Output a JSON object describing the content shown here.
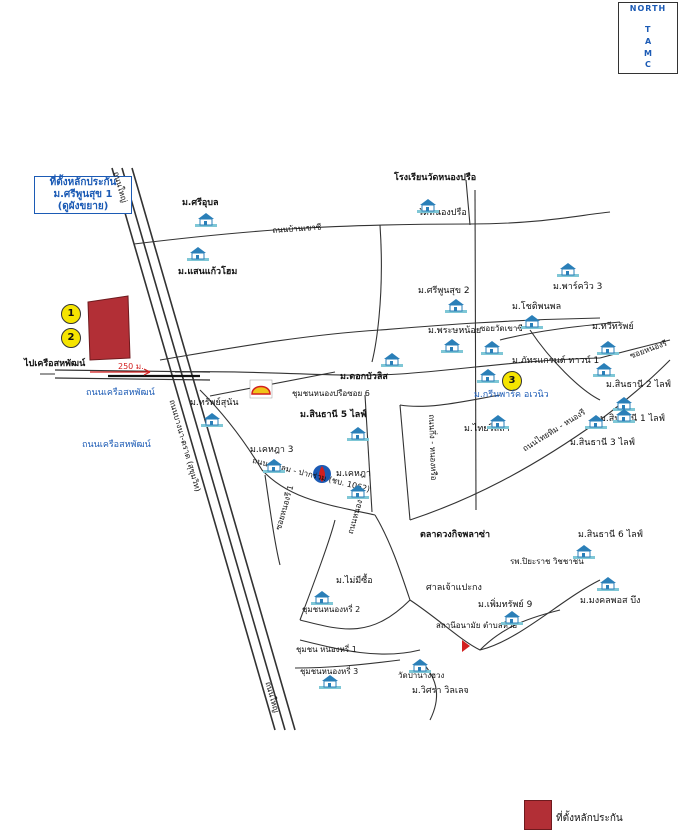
{
  "north": {
    "label": "NORTH",
    "letters": [
      "T",
      "A",
      "M",
      "C"
    ]
  },
  "callout": {
    "line1": "ที่ตั้งหลักประกัน",
    "line2": "ม.ศรีพูนสุข 1",
    "line3": "(ดูผังขยาย)"
  },
  "plots": [
    {
      "num": "1"
    },
    {
      "num": "2"
    },
    {
      "num": "3"
    }
  ],
  "distance": "250 ม.",
  "labels": {
    "to_port": "ไปเครือสหพัฒน์",
    "port1": "ถนนเครือสหพัฒน์",
    "port2": "ถนนเครือสหพัฒน์",
    "village_sriubon": "ม.ศรีอุบล",
    "village_saengkaew": "ม.แสนแก้วโฮม",
    "school": "โรงเรียนวัดหนองปรือ",
    "temple_nongprue": "วัดหนองปรือ",
    "village_sripoonsuk2": "ม.ศรีพูนสุข 2",
    "village_parkview": "ม.พาร์ควิว 3",
    "village_phonsomphon": "ม.โชติพนพล",
    "village_pruksa_hill": "ม.พระษหน้อย",
    "village_thanawin": "ม.ทวีทรัพย์",
    "village_phet_grand": "ม.ภัทรแกรนด์ ทาวน์ 1",
    "village_green_park": "ม.กรีนพาร์ค อเวนิว",
    "village_sinthani5": "ม.สินธานี 5 ไลฟ์",
    "village_sinthani2": "ม.สินธานี 2 ไลฟ์",
    "village_sinthani1": "ม.สินธานี 1 ไลฟ์",
    "village_sinthani3": "ม.สินธานี 3 ไลฟ์",
    "village_thaiwillage": "ม.ไทยวิลล่า",
    "village_dokbua": "ม.ดอกบัวลิส",
    "community_6": "ชุมชนหนองปรือซอย 6",
    "village_sapthong": "ม.ทรัพย์สุนัน",
    "village_khunthong3": "ม.เคหฎา 3",
    "village_khunthong": "ม.เคหฎา",
    "village_sinthani6": "ม.สินธานี 6 ไลฟ์",
    "market": "ตลาดวงกิจพลาซ่า",
    "shrine": "ศาลเจ้าแปะกง",
    "hospital": "รพ.ปิยะราช วิชชาชน",
    "village_mangkorn": "ม.มงคลพอส บึง",
    "village_phimsap9": "ม.เพิ่มทรัพย์ 9",
    "health_station": "สถานีอนามัย ตำบลห้วย",
    "village_maneeseri": "ม.ไม่มีซื้อ",
    "community_nongkrai": "ชุมชนหนองหรี่ 2",
    "community_nongkrai1": "ชุมชน หนองหรี่ 1",
    "community_nongkrai3": "ชุมชนหนองหรี่ 3",
    "temple_nongkrai": "วัดป่านางฮวง",
    "village_wirat": "ม.วิศรา วิลเลจ",
    "road_banbueng": "ถนนบ้านเขาซี",
    "road_chomthong": "ถนนบางนา-ตราด (สุขุมวิท)",
    "road_wangchum": "ถนนช่วงลุม - ปากร่วม (ชบ. 1062)",
    "road_tabma": "ถนนกึ่ง - หนองหรือ",
    "road_ngong": "ถนนไทยทิม - หนองรี",
    "road_soi": "ซอยวัดเขาซี",
    "road_main_top": "ถนนใหญ่",
    "road_main_bot": "ถนนใหญ่",
    "road_klongchang": "ซอยหนองรี",
    "road_phutta": "ซอยหนองรี 1",
    "road_side_bottom": "ถนนหนองรี"
  },
  "legend": {
    "label": "ที่ตั้งหลักประกัน",
    "color": "#b22f36"
  },
  "colors": {
    "road": "#333333",
    "blue": "#1c5bb5",
    "plot": "#b22f36",
    "yellow": "#f5e400"
  }
}
